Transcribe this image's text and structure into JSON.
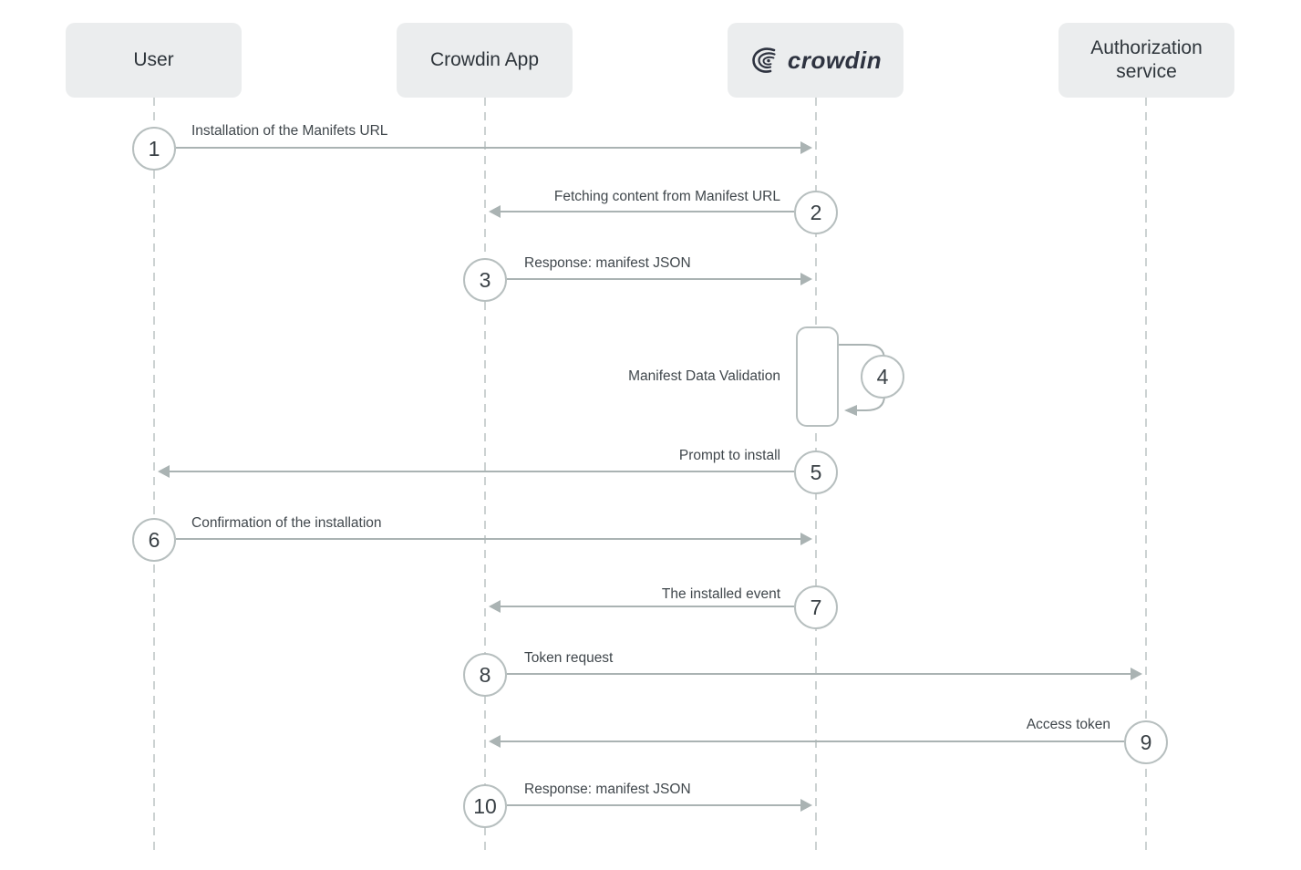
{
  "actors": [
    {
      "label": "User"
    },
    {
      "label": "Crowdin App"
    },
    {
      "label": "crowdin",
      "type": "logo"
    },
    {
      "label": "Authorization service"
    }
  ],
  "messages": [
    {
      "num": "1",
      "label": "Installation of the Manifets URL",
      "from": "User",
      "to": "crowdin",
      "direction": "right"
    },
    {
      "num": "2",
      "label": "Fetching content from Manifest URL",
      "from": "crowdin",
      "to": "Crowdin App",
      "direction": "left"
    },
    {
      "num": "3",
      "label": "Response: manifest JSON",
      "from": "Crowdin App",
      "to": "crowdin",
      "direction": "right"
    },
    {
      "num": "4",
      "label": "Manifest Data Validation",
      "from": "crowdin",
      "to": "crowdin",
      "direction": "self"
    },
    {
      "num": "5",
      "label": "Prompt to install",
      "from": "crowdin",
      "to": "User",
      "direction": "left"
    },
    {
      "num": "6",
      "label": "Confirmation of the installation",
      "from": "User",
      "to": "crowdin",
      "direction": "right"
    },
    {
      "num": "7",
      "label": "The installed event",
      "from": "crowdin",
      "to": "Crowdin App",
      "direction": "left"
    },
    {
      "num": "8",
      "label": "Token request",
      "from": "Crowdin App",
      "to": "Authorization service",
      "direction": "right"
    },
    {
      "num": "9",
      "label": "Access token",
      "from": "Authorization service",
      "to": "Crowdin App",
      "direction": "left"
    },
    {
      "num": "10",
      "label": "Response: manifest JSON",
      "from": "Crowdin App",
      "to": "crowdin",
      "direction": "right"
    }
  ],
  "colors": {
    "arrow": "#aab3b3",
    "circle_border": "#b7bfbf",
    "lifeline": "#ccd2d2",
    "actor_bg": "#ebedee",
    "actor_text": "#2e353b",
    "message_text": "#40474c",
    "logo_text": "#2e3340",
    "canvas_bg": "#ffffff"
  }
}
